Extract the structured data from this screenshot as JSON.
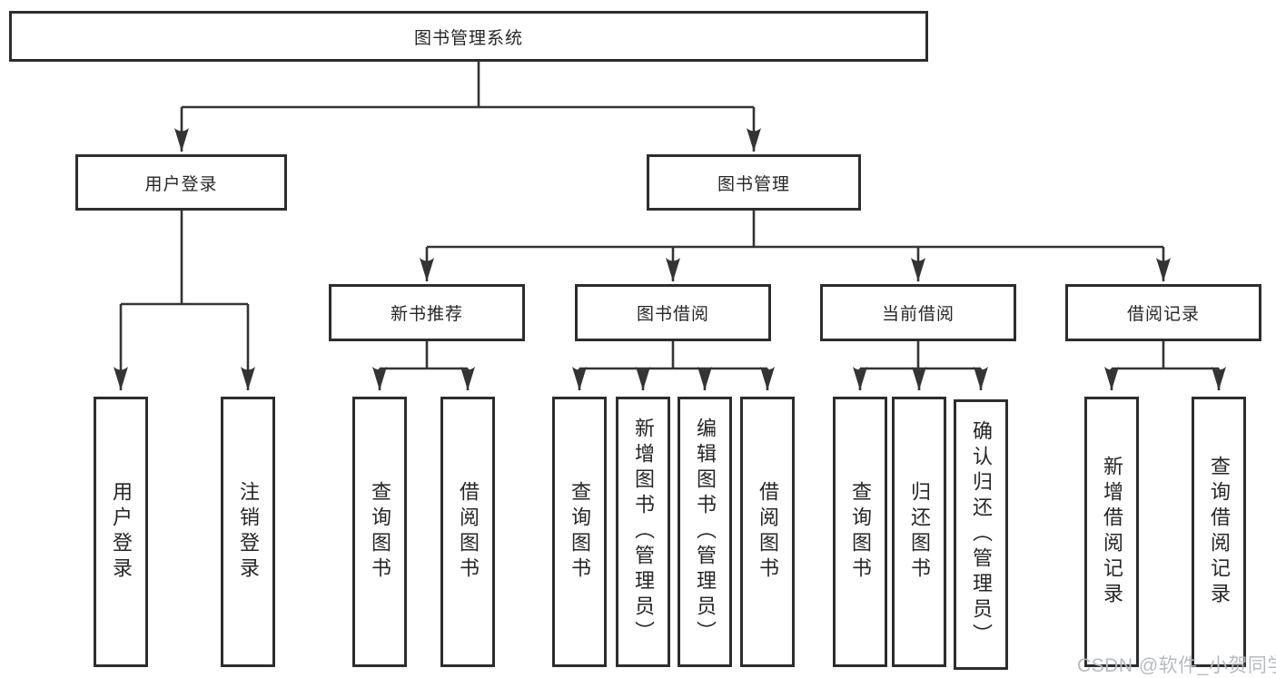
{
  "tree": {
    "label": "图书管理系统",
    "children": [
      {
        "label": "用户登录",
        "children": [
          {
            "label": "用户登录"
          },
          {
            "label": "注销登录"
          }
        ]
      },
      {
        "label": "图书管理",
        "children": [
          {
            "label": "新书推荐",
            "children": [
              {
                "label": "查询图书"
              },
              {
                "label": "借阅图书"
              }
            ]
          },
          {
            "label": "图书借阅",
            "children": [
              {
                "label": "查询图书"
              },
              {
                "label": "新增图书（管理员）"
              },
              {
                "label": "编辑图书（管理员）"
              },
              {
                "label": "借阅图书"
              }
            ]
          },
          {
            "label": "当前借阅",
            "children": [
              {
                "label": "查询图书"
              },
              {
                "label": "归还图书"
              },
              {
                "label": "确认归还（管理员）"
              }
            ]
          },
          {
            "label": "借阅记录",
            "children": [
              {
                "label": "新增借阅记录"
              },
              {
                "label": "查询借阅记录"
              }
            ]
          }
        ]
      }
    ]
  },
  "watermark": "CSDN @软件_小贺同学",
  "colors": {
    "line": "#343434",
    "box_border": "#2d2d2d",
    "text": "#262626",
    "watermark": "#b7bbc0",
    "background": "#ffffff"
  }
}
